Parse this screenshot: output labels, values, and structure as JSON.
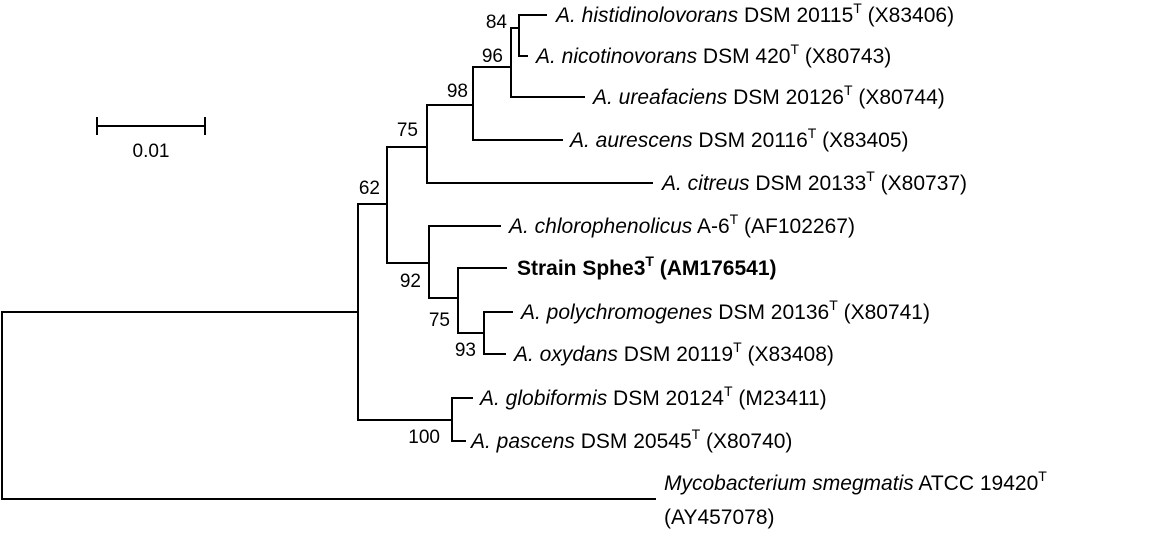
{
  "scale_bar": {
    "label": "0.01"
  },
  "taxa": {
    "histidinolovorans": {
      "name": "A. histidinolovorans",
      "strain": " DSM 20115",
      "sup": "T",
      "acc": " (X83406)"
    },
    "nicotinovorans": {
      "name": "A. nicotinovorans",
      "strain": " DSM 420",
      "sup": "T",
      "acc": " (X80743)"
    },
    "ureafaciens": {
      "name": "A. ureafaciens",
      "strain": " DSM 20126",
      "sup": "T",
      "acc": " (X80744)"
    },
    "aurescens": {
      "name": "A. aurescens",
      "strain": " DSM 20116",
      "sup": "T",
      "acc": " (X83405)"
    },
    "citreus": {
      "name": "A. citreus",
      "strain": " DSM 20133",
      "sup": "T",
      "acc": " (X80737)"
    },
    "chlorophenolicus": {
      "name": "A. chlorophenolicus",
      "strain": " A-6",
      "sup": "T",
      "acc": " (AF102267)"
    },
    "sphe3": {
      "name": "Strain Sphe3",
      "sup": "T",
      "acc": " (AM176541)"
    },
    "polychromogenes": {
      "name": "A. polychromogenes",
      "strain": " DSM 20136",
      "sup": "T",
      "acc": " (X80741)"
    },
    "oxydans": {
      "name": "A. oxydans",
      "strain": " DSM 20119",
      "sup": "T",
      "acc": " (X83408)"
    },
    "globiformis": {
      "name": "A. globiformis",
      "strain": " DSM 20124",
      "sup": "T",
      "acc": " (M23411)"
    },
    "pascens": {
      "name": "A. pascens",
      "strain": " DSM 20545",
      "sup": "T",
      "acc": " (X80740)"
    },
    "mycobacterium": {
      "name": "Mycobacterium smegmatis",
      "strain": " ATCC 19420",
      "sup": "T",
      "acc": "(AY457078)"
    }
  },
  "bootstrap": {
    "n84": "84",
    "n96": "96",
    "n98": "98",
    "n75_upper": "75",
    "n62": "62",
    "n92": "92",
    "n75_lower": "75",
    "n93": "93",
    "n100": "100"
  }
}
